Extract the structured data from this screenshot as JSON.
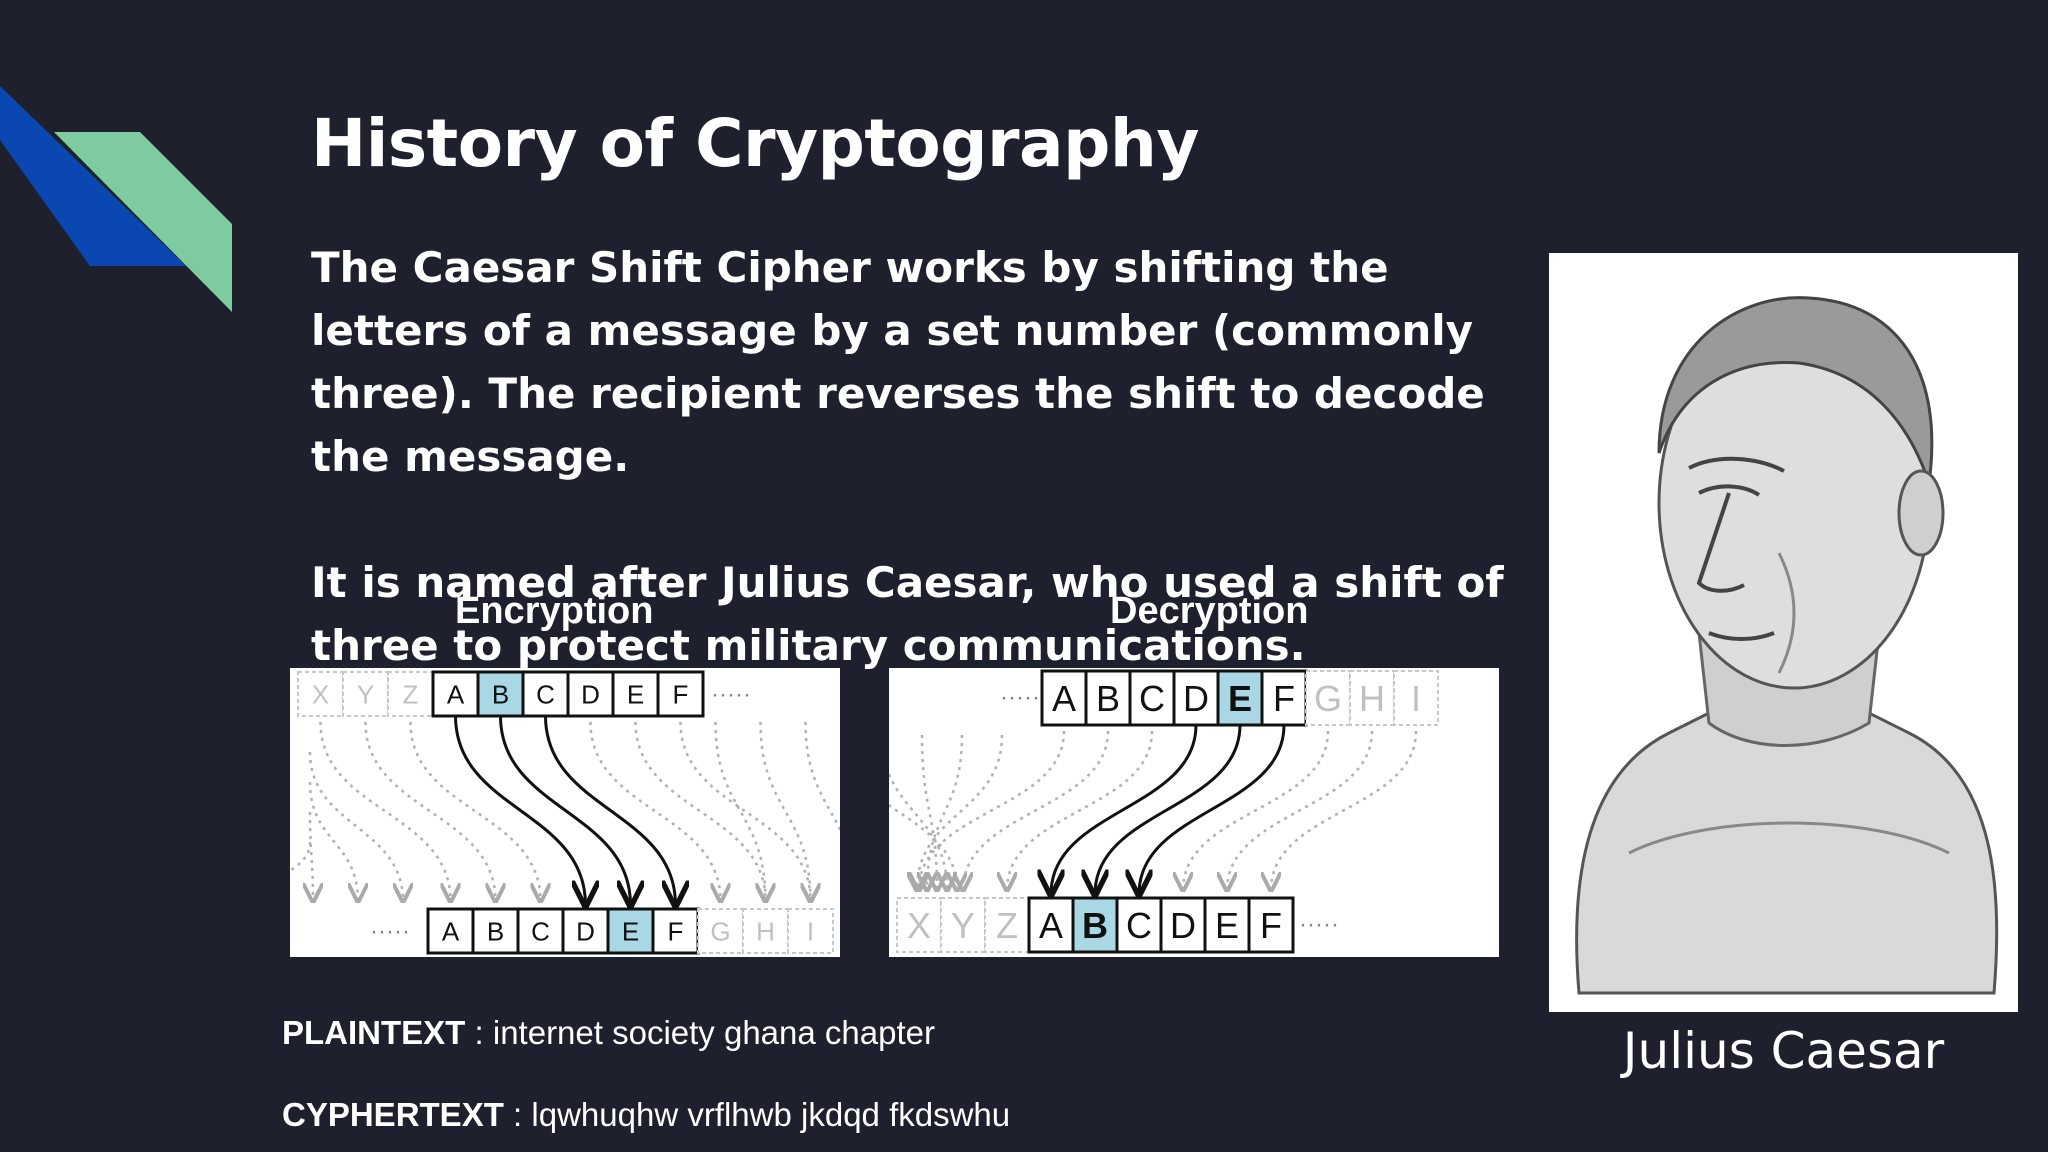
{
  "slide": {
    "title": "History of Cryptography",
    "paragraphs": [
      "The Caesar Shift Cipher works by shifting the letters of a message by a set number (commonly three). The recipient reverses the shift to decode the message.",
      "It is named after Julius Caesar, who used a shift of three to protect military communications."
    ],
    "encryption_label": "Encryption",
    "decryption_label": "Decryption",
    "portrait_caption": "Julius Caesar",
    "plaintext_label": "PLAINTEXT",
    "plaintext_value": "internet society ghana chapter",
    "ciphertext_label": "CYPHERTEXT",
    "ciphertext_value": "lqwhuqhw vrflhwb jkdqd fkdswhu",
    "separator": " : "
  },
  "encryption": {
    "top_faded_before": [
      "X",
      "Y",
      "Z"
    ],
    "top": [
      "A",
      "B",
      "C",
      "D",
      "E",
      "F"
    ],
    "top_highlight": "B",
    "bottom": [
      "A",
      "B",
      "C",
      "D",
      "E",
      "F"
    ],
    "bottom_faded_after": [
      "G",
      "H",
      "I"
    ],
    "bottom_highlight": "E",
    "ellipsis": "·····"
  },
  "decryption": {
    "top": [
      "A",
      "B",
      "C",
      "D",
      "E",
      "F"
    ],
    "top_faded_after": [
      "G",
      "H",
      "I"
    ],
    "top_highlight": "E",
    "bottom_faded_before": [
      "X",
      "Y",
      "Z"
    ],
    "bottom": [
      "A",
      "B",
      "C",
      "D",
      "E",
      "F"
    ],
    "bottom_highlight": "B",
    "ellipsis": "·····"
  },
  "colors": {
    "background": "#1e212d",
    "accent_blue": "#0b47b0",
    "accent_green": "#7ecba0",
    "highlight_cell": "#a9d8e4"
  }
}
